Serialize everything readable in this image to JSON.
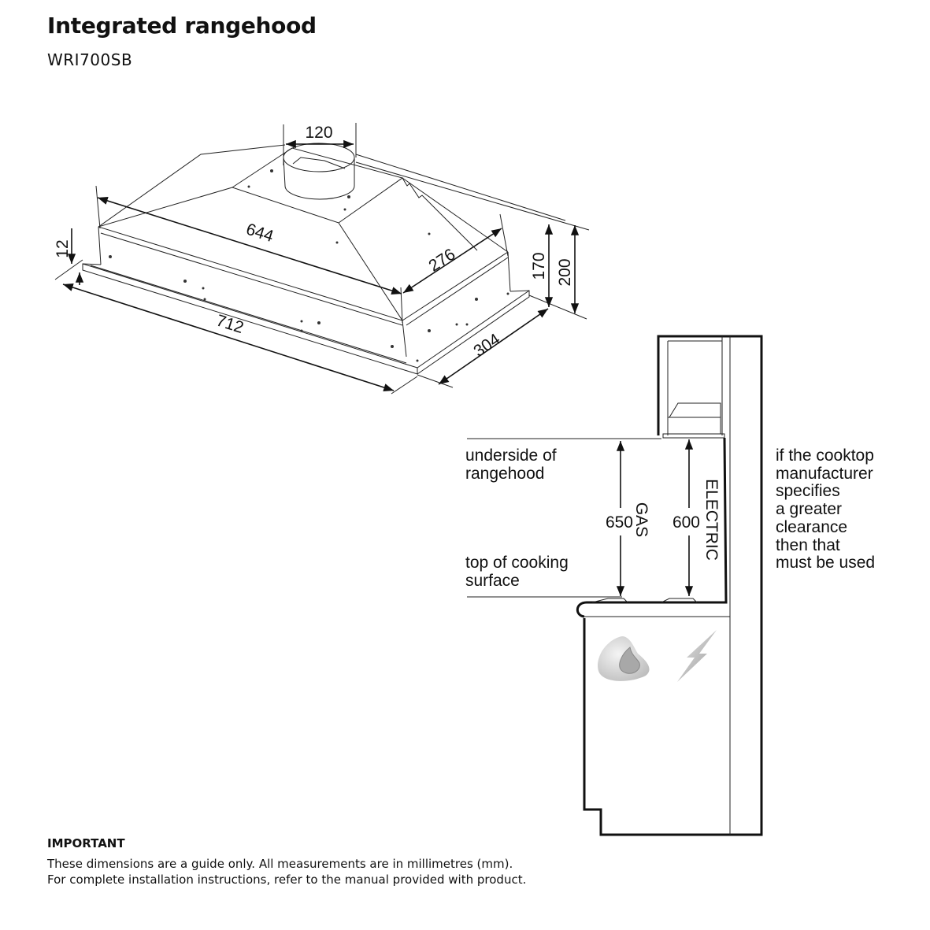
{
  "header": {
    "title": "Integrated rangehood",
    "model": "WRI700SB"
  },
  "dimensions": {
    "duct": "120",
    "body_length": "644",
    "body_depth": "276",
    "overall_length": "712",
    "overall_depth": "304",
    "body_height": "170",
    "overall_height": "200",
    "flange": "12"
  },
  "clearance": {
    "underside_label": [
      "underside of",
      "rangehood"
    ],
    "cooktop_label": [
      "top of cooking",
      "surface"
    ],
    "gas_value": "650",
    "gas_label": "GAS",
    "electric_value": "600",
    "electric_label": "ELECTRIC",
    "note": [
      "if the cooktop",
      "manufacturer",
      "specifies",
      "a greater",
      "clearance",
      "then that",
      "must be used"
    ]
  },
  "footer": {
    "heading": "IMPORTANT",
    "lines": [
      "These dimensions are a guide only. All measurements are in millimetres (mm).",
      "For complete installation instructions, refer to the manual provided with product."
    ]
  },
  "icons": [
    "gas-flame-icon",
    "electric-lightning-icon"
  ]
}
